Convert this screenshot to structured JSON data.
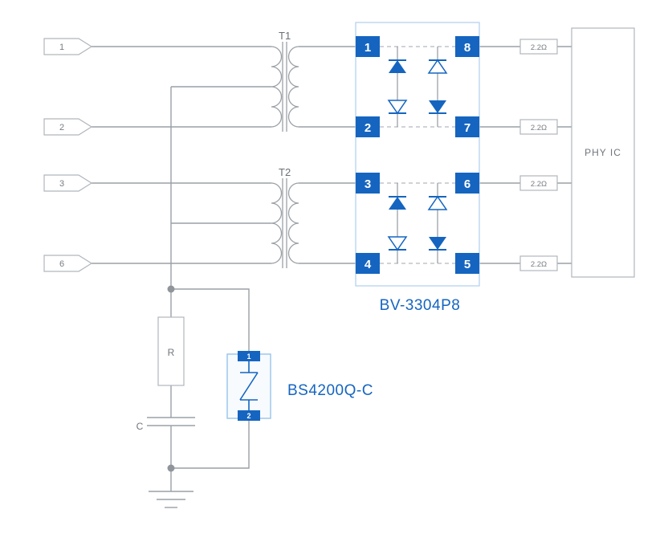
{
  "diagram": {
    "connectors": [
      "1",
      "2",
      "3",
      "6"
    ],
    "transformers": [
      "T1",
      "T2"
    ],
    "ic": {
      "name": "BV-3304P8",
      "pins_left": [
        "1",
        "2",
        "3",
        "4"
      ],
      "pins_right": [
        "8",
        "7",
        "6",
        "5"
      ]
    },
    "resistors": [
      "2.2Ω",
      "2.2Ω",
      "2.2Ω",
      "2.2Ω"
    ],
    "phy_label": "PHY IC",
    "r_label": "R",
    "c_label": "C",
    "arrester": {
      "name": "BS4200Q-C",
      "pin_top": "1",
      "pin_bottom": "2"
    },
    "colors": {
      "accent_blue": "#1565c0",
      "wire_gray": "#9aa0a6",
      "border_light_blue": "#b5d2ee",
      "text_gray": "#777d83"
    }
  }
}
